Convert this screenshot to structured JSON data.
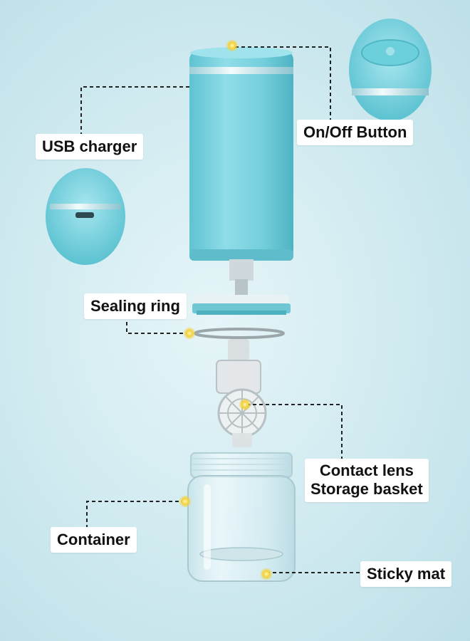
{
  "labels": {
    "usb_charger": "USB charger",
    "on_off_button": "On/Off Button",
    "sealing_ring": "Sealing ring",
    "storage_basket_line1": "Contact lens",
    "storage_basket_line2": "Storage basket",
    "container": "Container",
    "sticky_mat": "Sticky mat"
  },
  "icons": {
    "device_top": "cylindrical-cleaner-body",
    "button_inset": "power-button-closeup",
    "usb_inset": "usb-port-closeup",
    "basket": "lens-basket",
    "container": "clear-container",
    "marker": "yellow-dot-marker"
  },
  "colors": {
    "device_teal": "#7dd3df",
    "device_teal_dark": "#4fb6c6",
    "chrome": "#e8f4f6",
    "marker_yellow": "#f2d13a",
    "leader_line": "#222222"
  }
}
